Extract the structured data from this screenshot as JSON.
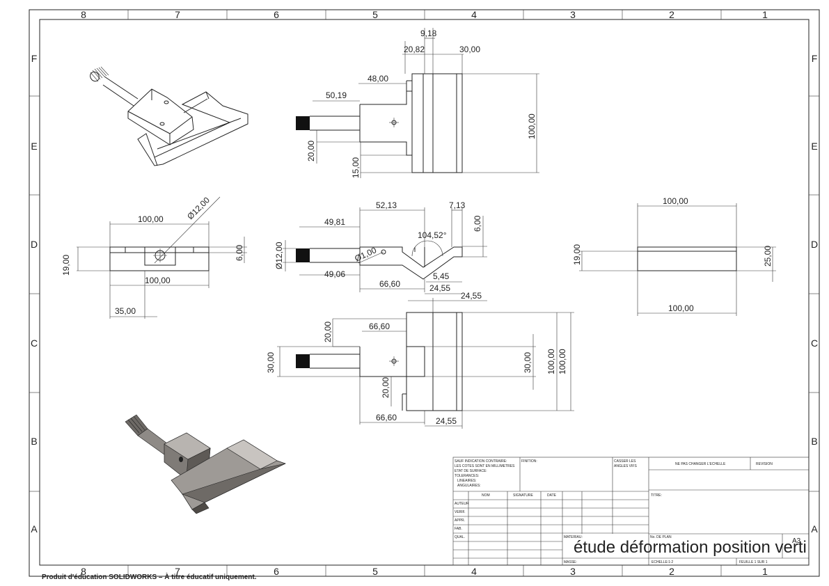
{
  "sheet": {
    "columns": [
      "8",
      "7",
      "6",
      "5",
      "4",
      "3",
      "2",
      "1"
    ],
    "rows": [
      "F",
      "E",
      "D",
      "C",
      "B",
      "A"
    ]
  },
  "dimensions": {
    "top": [
      "9,18",
      "20,82",
      "30,00",
      "48,00",
      "50,19",
      "100,00",
      "20,00",
      "15,00"
    ],
    "front": [
      "52,13",
      "7,13",
      "6,00",
      "104,52°",
      "49,81",
      "Ø12,00",
      "Ø1,00",
      "49,06",
      "66,60",
      "5,45",
      "24,55"
    ],
    "left": [
      "Ø12,00",
      "100,00",
      "19,00",
      "6,00",
      "100,00",
      "35,00"
    ],
    "right": [
      "100,00",
      "19,00",
      "25,00",
      "100,00"
    ],
    "bottom": [
      "24,55",
      "66,60",
      "20,00",
      "30,00",
      "30,00",
      "100,00",
      "100,00",
      "20,00",
      "66,60",
      "24,55"
    ]
  },
  "title_block": {
    "general_notes": [
      "SAUF INDICATION CONTRAIRE:",
      "LES COTES SONT EN MILLIMETRES",
      "ETAT DE SURFACE:",
      "TOLERANCES:",
      "LINEAIRES:",
      "ANGULAIRES:"
    ],
    "finish_label": "FINITION:",
    "break_edges": [
      "CASSER LES",
      "ANGLES VIFS"
    ],
    "no_scale": "NE PAS CHANGER L'ECHELLE",
    "revision": "REVISION",
    "header_name": "NOM",
    "header_signature": "SIGNATURE",
    "header_date": "DATE",
    "roles": [
      "AUTEUR",
      "VERIF.",
      "APPR.",
      "FAB.",
      "QUAL."
    ],
    "title_label": "TITRE:",
    "material_label": "MATERIAU:",
    "drawing_no_label": "No. DE PLAN",
    "drawing_title": "étude déformation position verti",
    "size": "A3",
    "mass_label": "MASSE:",
    "scale": "ECHELLE:1:2",
    "sheet": "FEUILLE 1 SUR 1"
  },
  "footer_note": "Produit d'éducation SOLIDWORKS – À titre éducatif uniquement."
}
